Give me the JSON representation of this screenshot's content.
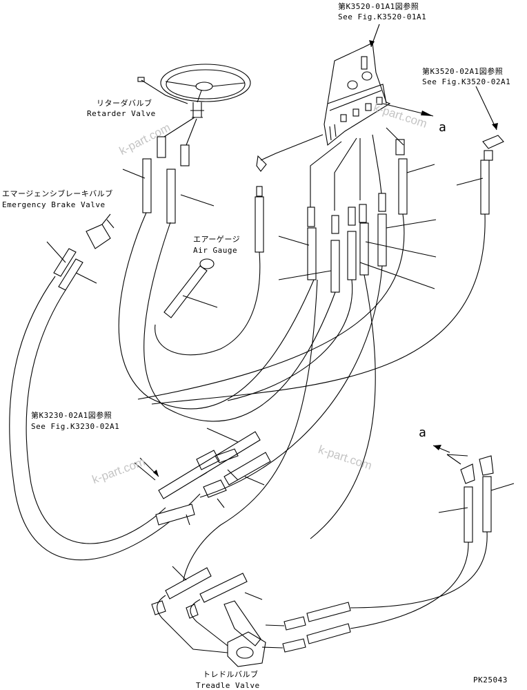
{
  "labels": {
    "fig_k3520_01a1_jp": "第K3520-01A1図参照",
    "fig_k3520_01a1_en": "See Fig.K3520-01A1",
    "fig_k3520_02a1_jp": "第K3520-02A1図参照",
    "fig_k3520_02a1_en": "See Fig.K3520-02A1",
    "retarder_jp": "リターダバルブ",
    "retarder_en": "Retarder Valve",
    "emergency_jp": "エマージェンシブレーキバルブ",
    "emergency_en": "Emergency Brake Valve",
    "air_gauge_jp": "エアーゲージ",
    "air_gauge_en": "Air Gauge",
    "fig_k3230_02a1_jp": "第K3230-02A1図参照",
    "fig_k3230_02a1_en": "See Fig.K3230-02A1",
    "treadle_jp": "トレドルバルブ",
    "treadle_en": "Treadle Valve",
    "ref_a_top": "a",
    "ref_a_bottom": "a",
    "part_code": "PK25043"
  },
  "watermarks": [
    "k-part.com",
    "k-part.com",
    "k-part.com",
    "k-part.com"
  ]
}
